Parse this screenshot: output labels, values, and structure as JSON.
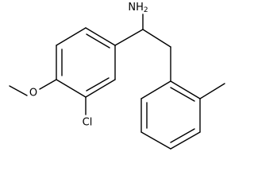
{
  "molecule": {
    "labels": {
      "amine": "NH",
      "amine_subscript": "2",
      "oxygen": "O",
      "chlorine": "Cl"
    }
  }
}
